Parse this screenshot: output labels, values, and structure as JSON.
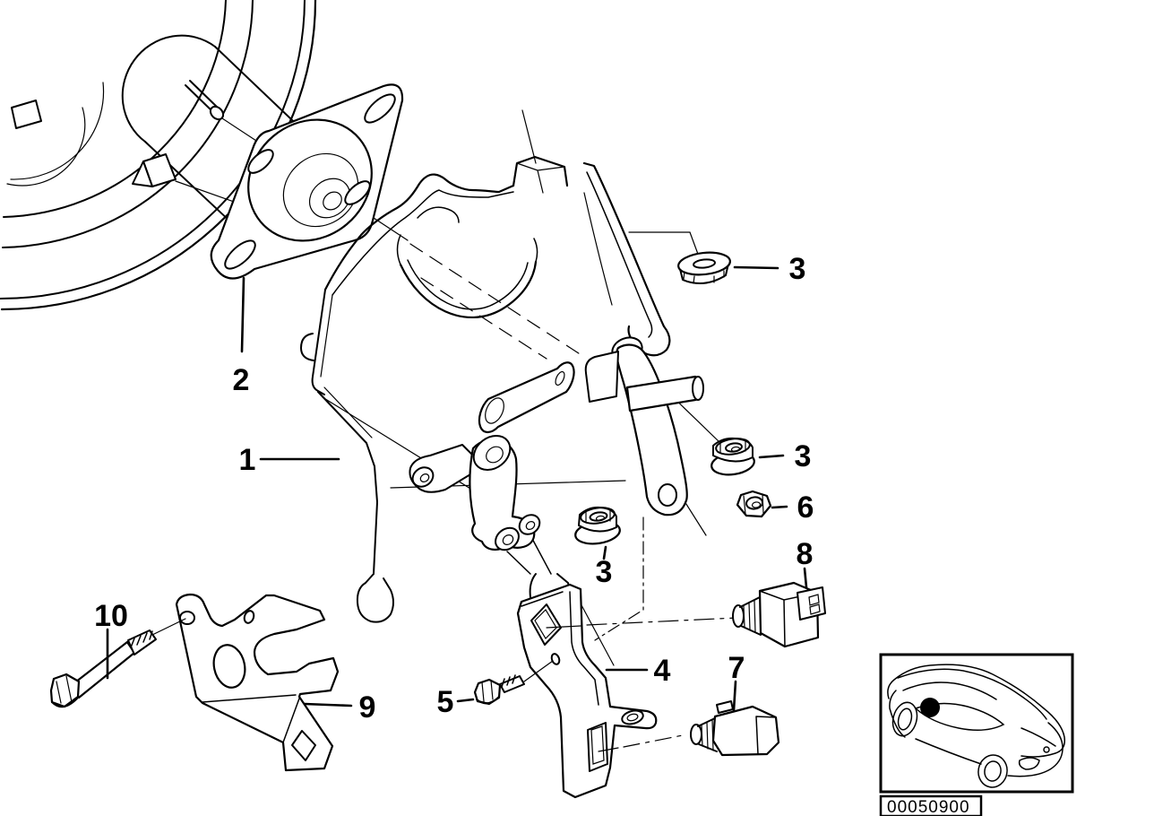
{
  "diagram": {
    "type": "exploded-parts-diagram",
    "colors": {
      "background": "#ffffff",
      "line": "#000000",
      "location_marker": "#000000"
    },
    "callouts": [
      {
        "label": "1"
      },
      {
        "label": "2"
      },
      {
        "label": "3"
      },
      {
        "label": "3"
      },
      {
        "label": "3"
      },
      {
        "label": "4"
      },
      {
        "label": "5"
      },
      {
        "label": "6"
      },
      {
        "label": "7"
      },
      {
        "label": "8"
      },
      {
        "label": "9"
      },
      {
        "label": "10"
      }
    ],
    "inset": {
      "image_code": "00050900"
    }
  }
}
